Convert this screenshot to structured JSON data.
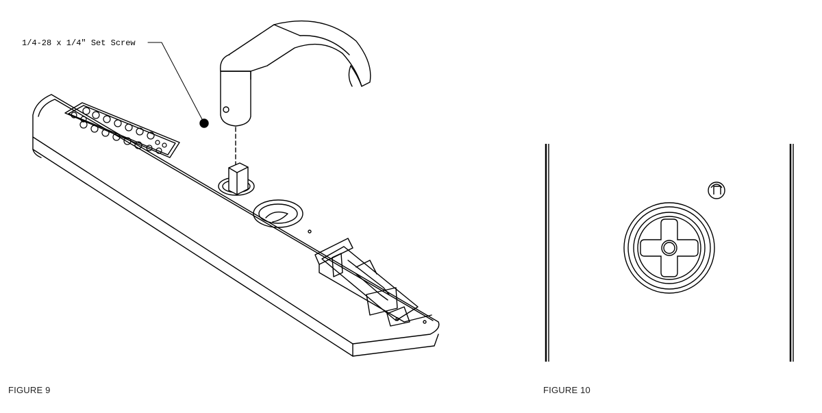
{
  "figures": [
    {
      "caption": "FIGURE 9",
      "callout": "1/4-28 x 1/4\" Set Screw",
      "parts": [
        "lever-handle",
        "set-screw",
        "keypad-lock-housing",
        "spindle",
        "battery-compartment"
      ]
    },
    {
      "caption": "FIGURE 10",
      "parts": [
        "door-edge-left",
        "door-edge-right",
        "spindle-hub-rose",
        "cross-spindle",
        "set-screw"
      ]
    }
  ],
  "colors": {
    "line": "#000000",
    "background": "#ffffff",
    "caption": "#222222"
  }
}
